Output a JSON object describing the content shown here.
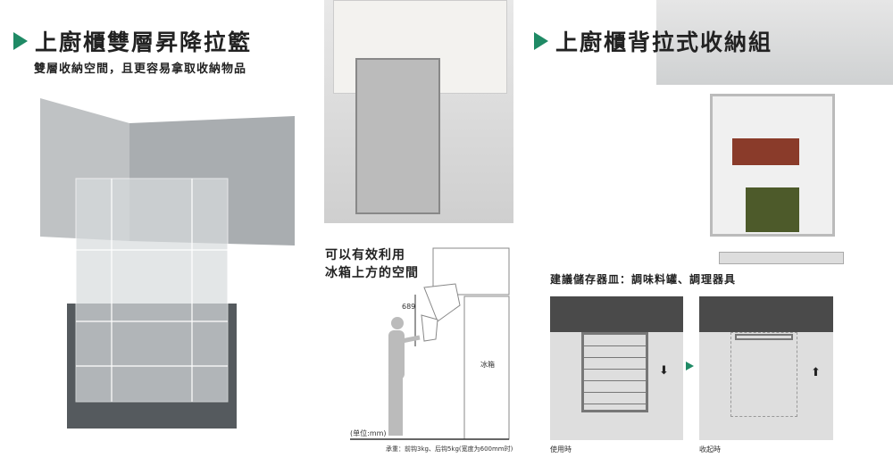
{
  "left": {
    "title": "上廚櫃雙層昇降拉籃",
    "subtitle": "雙層收納空間，且更容易拿取收納物品"
  },
  "middle": {
    "caption_line1": "可以有效利用",
    "caption_line2": "冰箱上方的空間",
    "dimension": "689",
    "fridge_label": "冰箱",
    "unit": "(单位:mm)",
    "load_note": "承重：前钩3kg、后钩5kg(宽度为600mm时)"
  },
  "right": {
    "title": "上廚櫃背拉式收納組",
    "suggestion": "建議儲存器皿：調味料罐、調理器具",
    "label_in_use": "使用時",
    "label_stored": "收起時"
  },
  "colors": {
    "accent": "#1f8a65",
    "dark_panel": "#4a4a4a"
  }
}
